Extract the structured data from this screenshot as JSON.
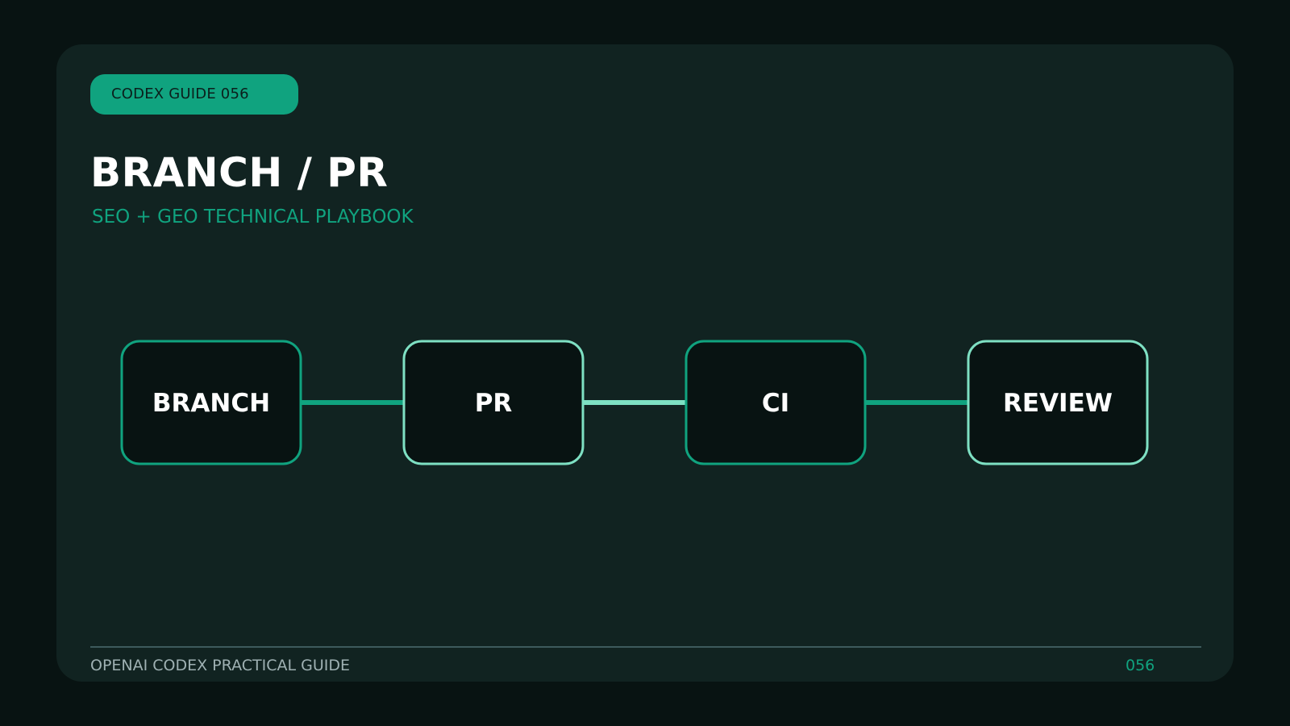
{
  "badge": "CODEX GUIDE 056",
  "title": "BRANCH / PR",
  "subtitle": "SEO + GEO TECHNICAL PLAYBOOK",
  "flow": {
    "nodes": [
      {
        "label": "BRANCH",
        "color": "#10a37f"
      },
      {
        "label": "PR",
        "color": "#7ee0c3"
      },
      {
        "label": "CI",
        "color": "#10a37f"
      },
      {
        "label": "REVIEW",
        "color": "#7ee0c3"
      }
    ],
    "connector_colors": [
      "#10a37f",
      "#7ee0c3",
      "#10a37f"
    ]
  },
  "footer": {
    "left": "OPENAI CODEX PRACTICAL GUIDE",
    "right": "056"
  },
  "colors": {
    "background": "#081312",
    "card": "#112321",
    "accent": "#10a37f",
    "accent_light": "#7ee0c3",
    "node_fill": "#081312",
    "rule": "#3d5a5c"
  }
}
